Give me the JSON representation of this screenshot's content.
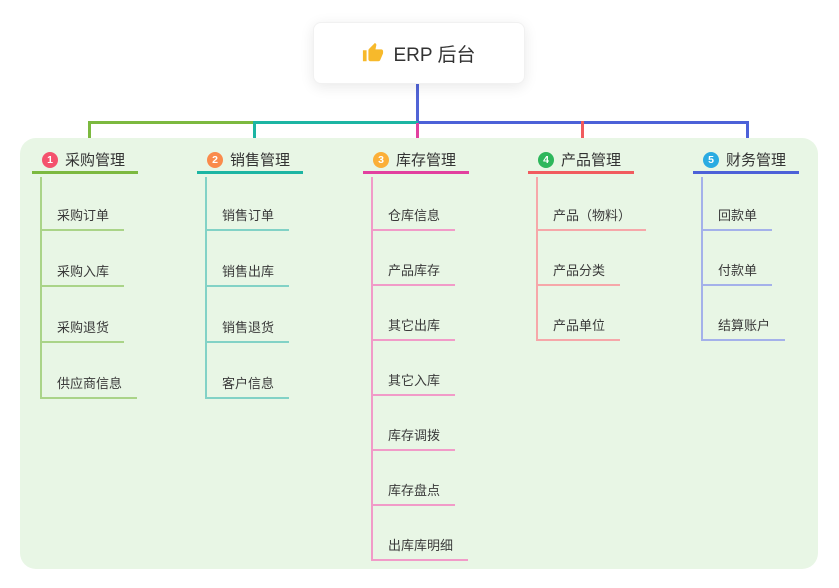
{
  "root": {
    "title": "ERP 后台",
    "icon": "thumbs-up"
  },
  "colors": {
    "root_line": "#5164d6",
    "panel_bg": "#e8f6e5",
    "thumb": "#f7b92b",
    "b1_badge": "#f4526d",
    "b1_line": "#7cb93f",
    "b1_child": "#aad488",
    "b2_badge": "#fa8b4c",
    "b2_line": "#1cb5a3",
    "b2_child": "#82d2c6",
    "b3_badge": "#fbaf38",
    "b3_line": "#e2409f",
    "b3_child": "#f19bc8",
    "b4_badge": "#2eb75c",
    "b4_line": "#f15b5e",
    "b4_child": "#f6a7a9",
    "b5_badge": "#2aabe2",
    "b5_line": "#4c61d8",
    "b5_child": "#a4b1ea"
  },
  "branches": [
    {
      "badge": "1",
      "title": "采购管理",
      "items": [
        "采购订单",
        "采购入库",
        "采购退货",
        "供应商信息"
      ]
    },
    {
      "badge": "2",
      "title": "销售管理",
      "items": [
        "销售订单",
        "销售出库",
        "销售退货",
        "客户信息"
      ]
    },
    {
      "badge": "3",
      "title": "库存管理",
      "items": [
        "仓库信息",
        "产品库存",
        "其它出库",
        "其它入库",
        "库存调拨",
        "库存盘点",
        "出库库明细"
      ]
    },
    {
      "badge": "4",
      "title": "产品管理",
      "items": [
        "产品（物料）",
        "产品分类",
        "产品单位"
      ]
    },
    {
      "badge": "5",
      "title": "财务管理",
      "items": [
        "回款单",
        "付款单",
        "结算账户"
      ]
    }
  ]
}
